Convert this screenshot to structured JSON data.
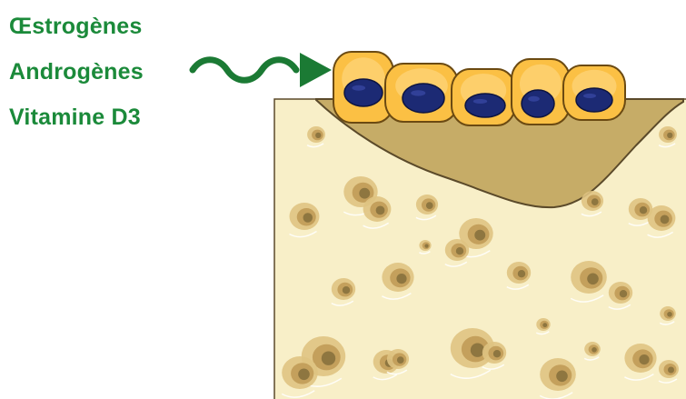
{
  "labels": {
    "items": [
      "Œstrogènes",
      "Androgènes",
      "Vitamine D3"
    ],
    "color": "#1b8a3a"
  },
  "colors": {
    "arrow": "#1b7a34",
    "bone_fill": "#f8efc8",
    "bone_stroke": "#5b4a2a",
    "osteoid_fill": "#c6ac67",
    "cell_fill": "#fbc044",
    "cell_stroke": "#6b4a12",
    "nucleus_fill": "#1c2a74",
    "lacuna_outer": "#dfc382",
    "lacuna_mid": "#c4a05c",
    "lacuna_core": "#8e7640"
  },
  "icons": {
    "arrow": "wavy-arrow-icon"
  }
}
